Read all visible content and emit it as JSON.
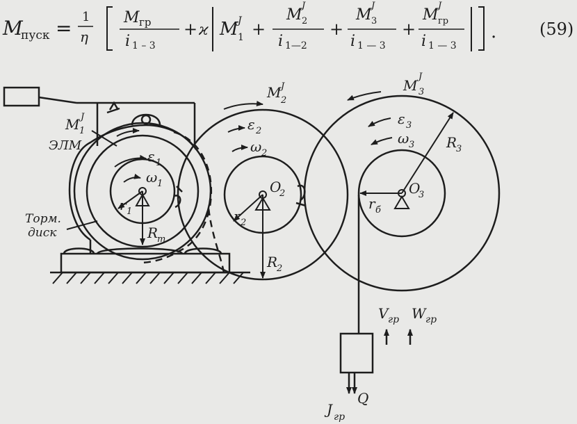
{
  "formula": {
    "lhs": "M",
    "lhs_sub": "пуск",
    "equals": "=",
    "one": "1",
    "eta": "η",
    "m_gr": "M",
    "gr": "гр",
    "i13": "i",
    "sub13": "1 – 3",
    "plus": "+",
    "kappa": "ϰ",
    "m1j": "M",
    "sup_j": "J",
    "sub1": "1",
    "m2j": "M",
    "sub2": "2",
    "i12": "i",
    "sub12": "1—2",
    "m3j": "M",
    "sub3": "3",
    "sub13b": "1 — 3",
    "mgrj": "M",
    "sub13c": "1 — 3",
    "period": ".",
    "number": "(59)"
  },
  "diagram": {
    "labels": {
      "m1": "M",
      "m1_sup": "J",
      "m1_sub": "1",
      "elm": "ЭЛМ",
      "eps1": "ε",
      "eps1_sub": "1",
      "omega1": "ω",
      "omega1_sub": "1",
      "r1": "r",
      "r1_sub": "1",
      "rm": "R",
      "rm_sub": "m",
      "torm1": "Торм.",
      "torm2": "диск",
      "m2": "M",
      "m2_sup": "J",
      "m2_sub": "2",
      "eps2": "ε",
      "eps2_sub": "2",
      "omega2": "ω",
      "omega2_sub": "2",
      "o2": "O",
      "o2_sub": "2",
      "r2": "r",
      "r2_sub": "2",
      "R2": "R",
      "R2_sub": "2",
      "m3": "M",
      "m3_sup": "J",
      "m3_sub": "3",
      "eps3": "ε",
      "eps3_sub": "3",
      "omega3": "ω",
      "omega3_sub": "3",
      "R3": "R",
      "R3_sub": "3",
      "o3": "O",
      "o3_sub": "3",
      "rb": "r",
      "rb_sub": "б",
      "vgr": "V",
      "vgr_sub": "гр",
      "wgr": "W",
      "wgr_sub": "гр",
      "q": "Q",
      "jgr": "J",
      "jgr_sub": "гр"
    }
  }
}
